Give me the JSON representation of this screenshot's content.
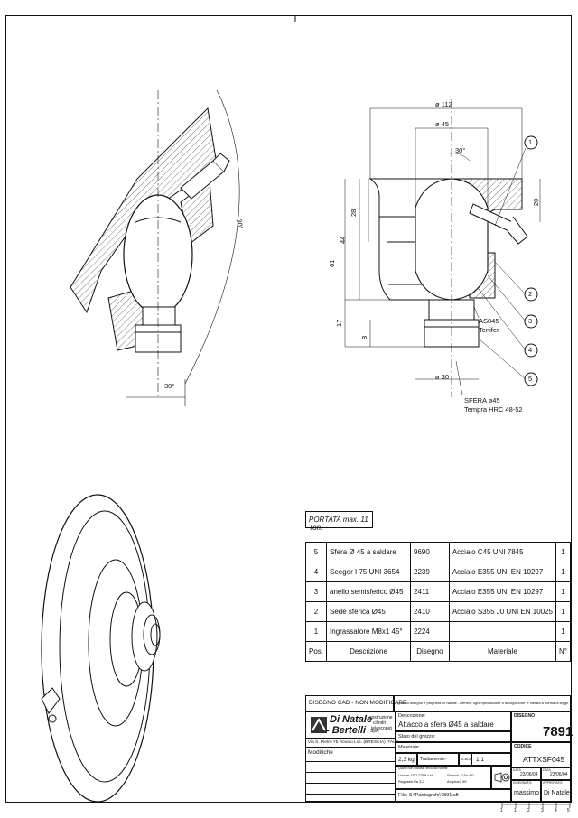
{
  "drawing": {
    "dims": {
      "d112": "ø 112",
      "d45": "ø 45",
      "a30_top": "30°",
      "h20": "20",
      "h28": "28",
      "h44": "44",
      "h61": "61",
      "h17": "17",
      "h8": "8",
      "d30": "ø 30",
      "a30_left_arc": "30°",
      "a30_left_bottom": "30°"
    },
    "balloons": [
      "1",
      "2",
      "3",
      "4",
      "5"
    ],
    "notes": {
      "as045": "AS045",
      "tenifer": "Tenifer",
      "sfera": "SFERA ø45",
      "tempra": "Tempra HRC 48-52"
    }
  },
  "portata": {
    "label": "PORTATA max.",
    "value": "11 Ton."
  },
  "bom": {
    "rows": [
      {
        "pos": "5",
        "descr": "Sfera Ø 45 a saldare",
        "disegno": "9690",
        "materiale": "Acciaio C45 UNI 7845",
        "n": "1"
      },
      {
        "pos": "4",
        "descr": "Seeger I 75 UNI 3654",
        "disegno": "2239",
        "materiale": "Acciaio E355 UNI EN 10297",
        "n": "1"
      },
      {
        "pos": "3",
        "descr": "anello semisferico Ø45",
        "disegno": "2411",
        "materiale": "Acciaio E355 UNI EN 10297",
        "n": "1"
      },
      {
        "pos": "2",
        "descr": "Sede sferica Ø45",
        "disegno": "2410",
        "materiale": "Acciaio S355 J0 UNI EN 10025",
        "n": "1"
      },
      {
        "pos": "1",
        "descr": "Ingrassatore M8x1 45°",
        "disegno": "2224",
        "materiale": "",
        "n": "1"
      }
    ],
    "header": {
      "pos": "Pos.",
      "descr": "Descrizione",
      "disegno": "Disegno",
      "materiale": "Materiale",
      "n": "N°"
    }
  },
  "titleblock": {
    "cad_notice": "DISEGNO CAD - NON MODIFICARE",
    "property_notice": "Questo disegno è proprietà Di Natale - Bertelli, ogni riproduzione o divulgazione, è vietata a norma di legge",
    "company_line1": "Di Natale",
    "company_line2": "- Bertelli",
    "company_suffix": "SpA",
    "company_tag1": "costruzione",
    "company_tag2": "cilindri",
    "company_tag3": "telescopici",
    "address": "Via S. Pietro 75   Rovato Loc. (BRESCIA)   ITALY",
    "modifiche": "Modifiche",
    "descrizione_label": "Descrizione:",
    "descrizione_value": "Attacco a sfera Ø45 a saldare",
    "disegno_label": "DISEGNO",
    "disegno_value": "7891",
    "stato_grezzo": "Stato del grezzo:",
    "codice_label": "CODICE",
    "codice_value": "ATTXSF045",
    "materiale_label": "Materiale:",
    "peso": "2,3 kg",
    "trattamento_label": "Trattamento:-",
    "scala_label": "SCALA",
    "scala_value": "1:1",
    "data_label": "DATA",
    "data_value": "23/06/04",
    "data2_label": "DATA",
    "data2_value": "23/06/04",
    "disegnato_label": "DISEGNATO:",
    "disegnato_value": "massimo",
    "approvato_label": "APPROVATO:",
    "approvato_value": "Di Natale",
    "quote_label": "Quote non indicate secondo norme",
    "quote_l1": "Lineari: ISO 2768-f-H",
    "quote_l2": "Rugosità Ra 3,2",
    "quote_r1": "Smussi: 0,5x 45°",
    "quote_r2": "Angolari: 30'",
    "file_path": "File: S:\\Pantografo\\7891.sft"
  },
  "scale_marks": [
    "1",
    "1",
    "2",
    "3",
    "4",
    "5"
  ]
}
